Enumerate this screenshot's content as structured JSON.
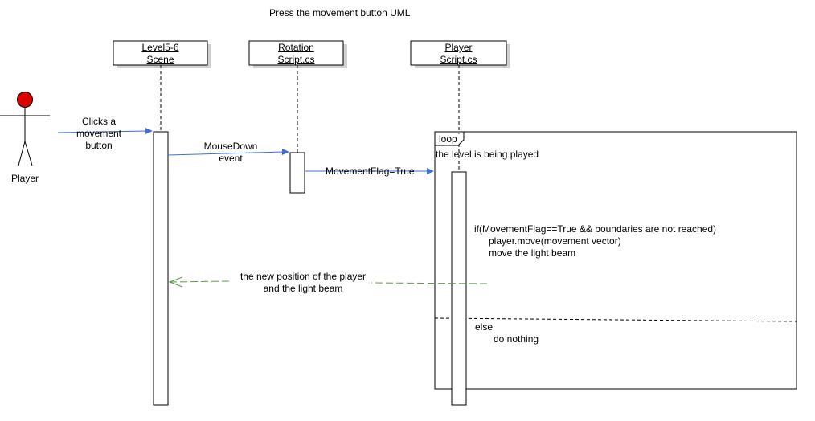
{
  "title": "Press the movement button UML",
  "actor": {
    "label": "Player",
    "head_color": "#dd0000"
  },
  "lifelines": [
    {
      "line1": "Level5-6",
      "line2": "Scene"
    },
    {
      "line1": "Rotation",
      "line2": "Script.cs"
    },
    {
      "line1": "Player",
      "line2": "Script.cs"
    }
  ],
  "messages": {
    "clicks": {
      "line1": "Clicks a",
      "line2": "movement",
      "line3": "button"
    },
    "mousedown": {
      "line1": "MouseDown",
      "line2": "event"
    },
    "flag": "MovementFlag=True",
    "return": {
      "line1": "the new position of the player",
      "line2": "and the light beam"
    }
  },
  "loop": {
    "tag": "loop",
    "guard": "the level is being played",
    "if_line1": "if(MovementFlag==True && boundaries are not reached)",
    "if_line2": "player.move(movement vector)",
    "if_line3": "move the light beam",
    "else_label": "else",
    "else_action": "do nothing"
  },
  "colors": {
    "call_arrow": "#3a6fd8",
    "return_arrow": "#5a9a4a"
  }
}
